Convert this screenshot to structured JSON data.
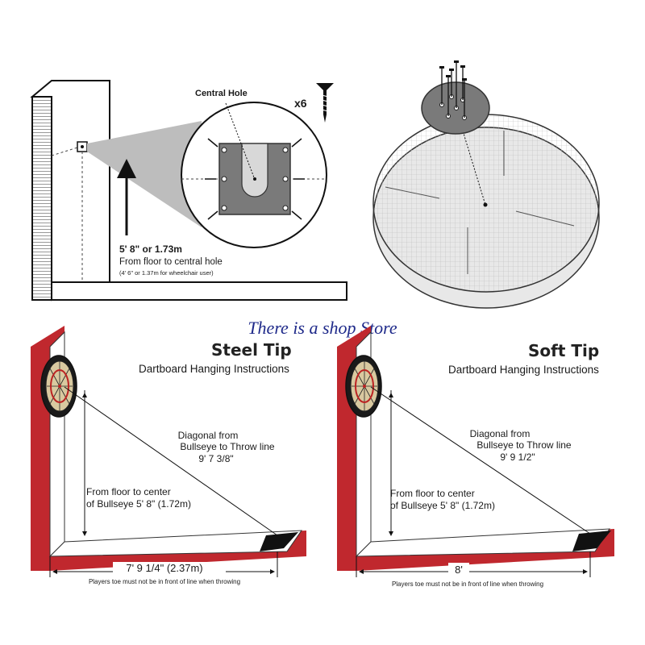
{
  "watermark": "There is a shop Store",
  "mount_panel": {
    "central_hole_label": "Central Hole",
    "screw_count": "x6",
    "height_main": "5' 8\" or 1.73m",
    "height_desc": "From floor to central hole",
    "height_alt": "(4' 6\" or 1.37m for wheelchair user)"
  },
  "steel_tip": {
    "title": "Steel Tip",
    "subtitle": "Dartboard Hanging Instructions",
    "diag_line1": "Diagonal from",
    "diag_line2": "Bullseye to Throw line",
    "diag_value": "9' 7 3/8\"",
    "floor_line1": "From floor to center",
    "floor_line2": "of Bullseye  5' 8\" (1.72m)",
    "distance": "7' 9 1/4\" (2.37m)",
    "toe_note": "Players toe must not be in front of line when throwing"
  },
  "soft_tip": {
    "title": "Soft Tip",
    "subtitle": "Dartboard Hanging Instructions",
    "diag_line1": "Diagonal from",
    "diag_line2": "Bullseye to Throw line",
    "diag_value": "9' 9 1/2\"",
    "floor_line1": "From floor to center",
    "floor_line2": "of Bullseye  5' 8\" (1.72m)",
    "distance": "8'",
    "toe_note": "Players toe must not be in front of line when throwing"
  },
  "colors": {
    "wall_red": "#c0282e",
    "floor_red": "#c0282e",
    "plate_gray": "#7a7a7a",
    "watermark_blue": "#1f2a8a"
  }
}
